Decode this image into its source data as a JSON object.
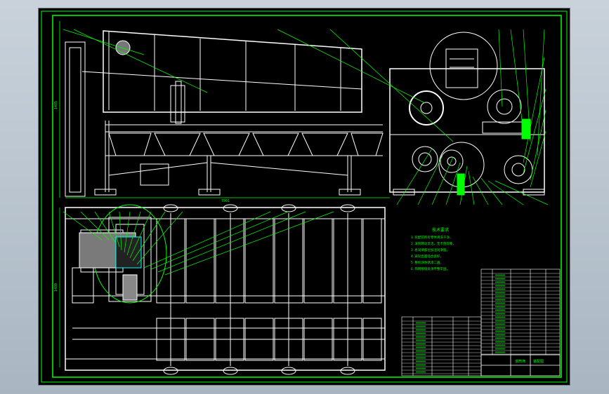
{
  "drawing": {
    "title": "",
    "colors": {
      "background": "#000000",
      "outer": "#c9d2db",
      "border": "#00ff00",
      "geometry": "#ffffff",
      "leader": "#00ff00",
      "accent": "#00ffff"
    },
    "dimensions": {
      "overall_length": "7001",
      "height": "1485",
      "width": "1480"
    },
    "notes_title": "技术要求",
    "notes": [
      "1.装配前所有零件清洗干净，",
      "2.滚筒转动灵活，无卡阻现象，",
      "3.各润滑部位加注润滑脂，",
      "4.链轮齿面啮合良好，",
      "5.整机涂防锈漆二遍，",
      "6.筛网接缝处须平整牢固，"
    ],
    "labels": {
      "side": "滚筒筛",
      "title_block": "装配图"
    }
  }
}
